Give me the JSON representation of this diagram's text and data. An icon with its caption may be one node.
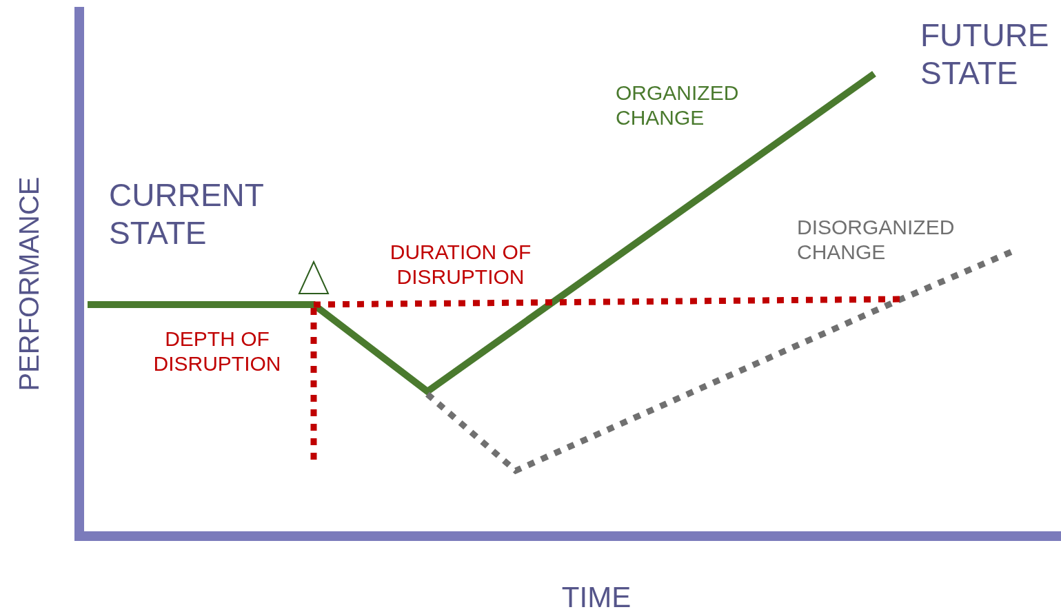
{
  "diagram": {
    "labels": [
      "FUTURE STATE",
      "ORGANIZED CHANGE",
      "CURRENT STATE",
      "DISORGANIZED CHANGE",
      "DURATION OF DISRUPTION",
      "DEPTH OF DISRUPTION",
      "PERFORMANCE",
      "TIME"
    ]
  }
}
